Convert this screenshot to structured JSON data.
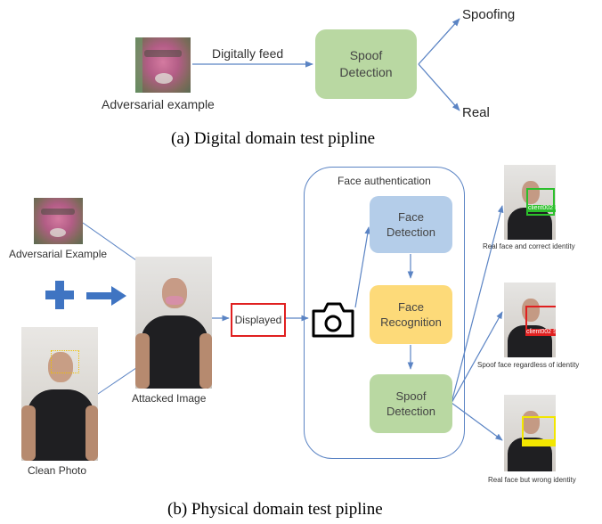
{
  "top": {
    "input_label": "Adversarial example",
    "edge_label": "Digitally feed",
    "box": "Spoof\nDetection",
    "out_spoofing": "Spoofing",
    "out_real": "Real",
    "caption": "(a) Digital domain test pipline"
  },
  "bottom": {
    "adv_label": "Adversarial Example",
    "clean_label": "Clean Photo",
    "attacked_label": "Attacked Image",
    "displayed": "Displayed",
    "container_title": "Face authentication",
    "face_detection": "Face\nDetection",
    "face_recognition": "Face\nRecognition",
    "spoof_detection": "Spoof\nDetection",
    "out1_label": "Real face and correct identity",
    "out2_label": "Spoof face regardless of identity",
    "out3_label": "Real face but wrong identity",
    "tag1": "client002 R",
    "tag2": "client002 S",
    "tag3": "",
    "caption": "(b) Physical domain test pipline"
  },
  "colors": {
    "spoof_green": "#b9d8a2",
    "face_detect_blue": "#b4cde9",
    "face_recog_yellow": "#fdda79",
    "arrow_blue": "#5b84c4",
    "plus_blue": "#3f74c2",
    "displayed_red": "#e02020",
    "box_green": "#2cbf2c",
    "box_red": "#e02020",
    "box_yellow": "#f2e600"
  }
}
